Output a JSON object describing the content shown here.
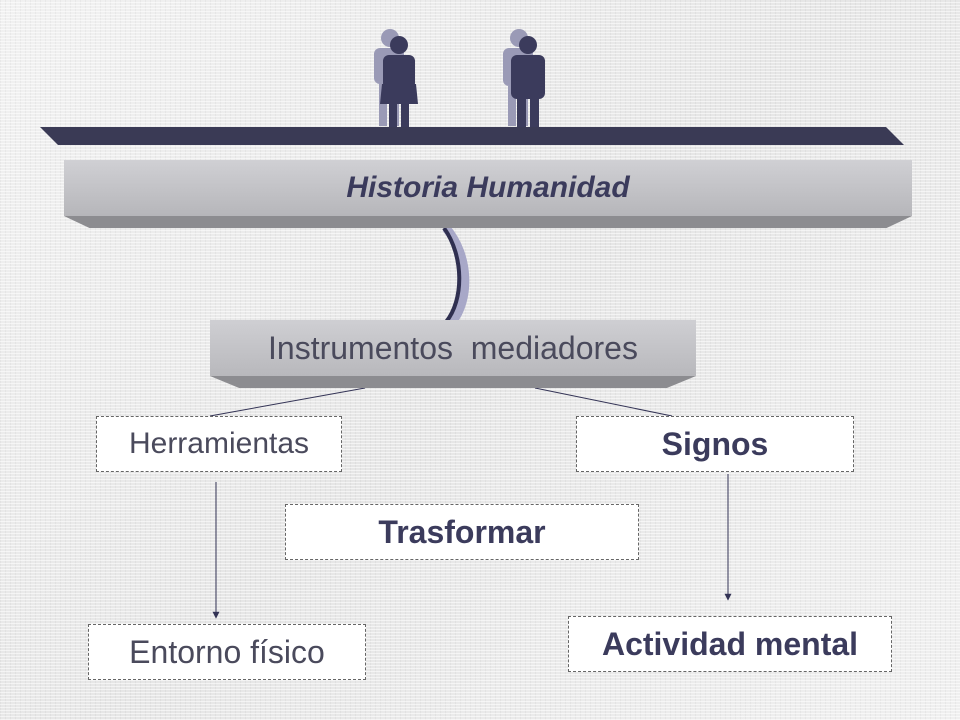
{
  "diagram": {
    "banner_title": "Historia Humanidad",
    "mediator_label": "Instrumentos  mediadores",
    "nodes": {
      "herramientas": "Herramientas",
      "signos": "Signos",
      "trasformar": "Trasformar",
      "entorno": "Entorno físico",
      "actividad": "Actividad mental"
    },
    "icons": [
      "person-pair-icon",
      "person-pair-icon"
    ],
    "colors": {
      "dark_slate": "#3b3b5c",
      "bar": "#3a3a55",
      "banner": "#c4c4c8",
      "connector_light": "#a8a8c8"
    }
  }
}
